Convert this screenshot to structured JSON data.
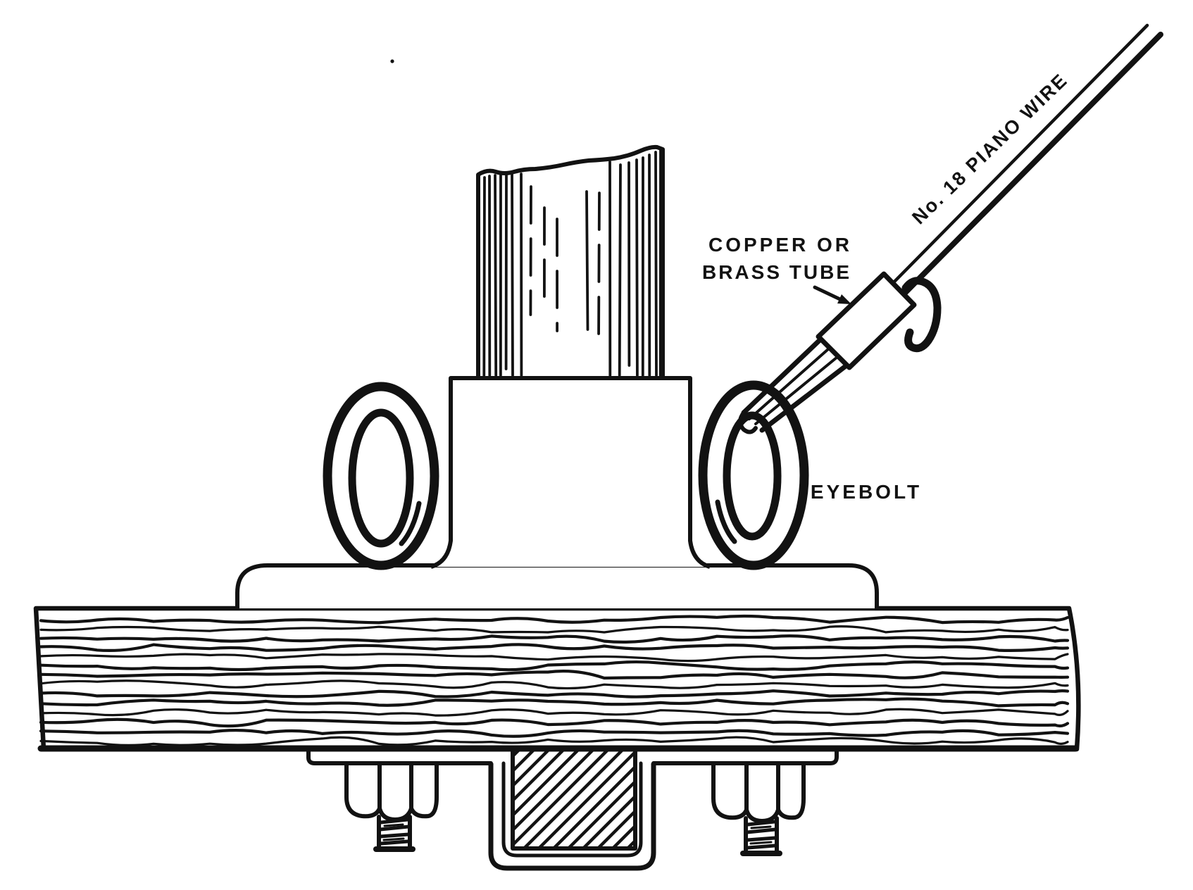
{
  "figure": {
    "type": "technical-line-drawing",
    "subject": "Mast base fitting: socket casting with eyebolts on a wooden board, guy wire fastened through a tube to an eyebolt",
    "labels": {
      "tube_label_line1": "COPPER OR",
      "tube_label_line2": "BRASS TUBE",
      "eyebolt_label": "EYEBOLT",
      "wire_label": "No. 18 PIANO WIRE"
    },
    "colors": {
      "ink": "#121212",
      "paper": "#ffffff"
    },
    "components": [
      "wooden mast",
      "socket casting with flange base",
      "left eyebolt",
      "right eyebolt",
      "wooden base board",
      "mounting plate with two hex bolts",
      "square post in socket (cross-hatched)",
      "copper or brass tube",
      "piano wire bent into hook"
    ]
  }
}
